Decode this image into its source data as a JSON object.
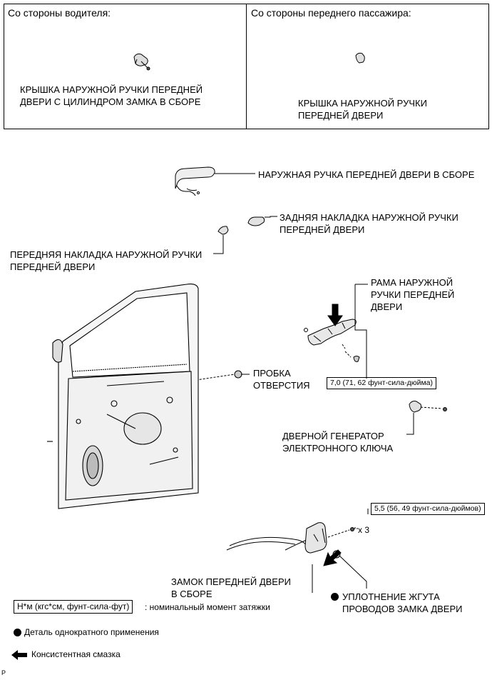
{
  "top_panels": {
    "driver_side": {
      "heading": "Со стороны водителя:",
      "part_label": [
        "КРЫШКА НАРУЖНОЙ РУЧКИ ПЕРЕДНЕЙ",
        "ДВЕРИ С ЦИЛИНДРОМ ЗАМКА В СБОРЕ"
      ]
    },
    "passenger_side": {
      "heading": "Со стороны переднего пассажира:",
      "part_label": [
        "КРЫШКА НАРУЖНОЙ РУЧКИ",
        "ПЕРЕДНЕЙ ДВЕРИ"
      ]
    }
  },
  "callouts": {
    "outside_handle_assy": "НАРУЖНАЯ РУЧКА ПЕРЕДНЕЙ ДВЕРИ В СБОРЕ",
    "rear_pad": [
      "ЗАДНЯЯ НАКЛАДКА НАРУЖНОЙ РУЧКИ",
      "ПЕРЕДНЕЙ ДВЕРИ"
    ],
    "front_pad": [
      "ПЕРЕДНЯЯ НАКЛАДКА НАРУЖНОЙ РУЧКИ",
      "ПЕРЕДНЕЙ ДВЕРИ"
    ],
    "handle_frame": [
      "РАМА НАРУЖНОЙ",
      "РУЧКИ ПЕРЕДНЕЙ",
      "ДВЕРИ"
    ],
    "hole_plug": [
      "ПРОБКА",
      "ОТВЕРСТИЯ"
    ],
    "key_oscillator": [
      "ДВЕРНОЙ ГЕНЕРАТОР",
      "ЭЛЕКТРОННОГО КЛЮЧА"
    ],
    "door_lock_assy": [
      "ЗАМОК ПЕРЕДНЕЙ ДВЕРИ",
      "В СБОРЕ"
    ],
    "lock_harness_seal": [
      "УПЛОТНЕНИЕ ЖГУТА",
      "ПРОВОДОВ ЗАМКА ДВЕРИ"
    ]
  },
  "torques": {
    "handle_frame_bolt": "7,0 (71, 62 фунт-сила-дюйма)",
    "door_lock_screw": "5,5 (56, 49 фунт-сила-дюймов)"
  },
  "screw_count": "x 3",
  "legend": {
    "torque_box": "Н*м (кгс*см, фунт-сила-фут)",
    "torque_desc": ": номинальный момент затяжки",
    "non_reusable": "Деталь однократного применения",
    "grease": "Консистентная смазка"
  },
  "corner_mark": "P"
}
